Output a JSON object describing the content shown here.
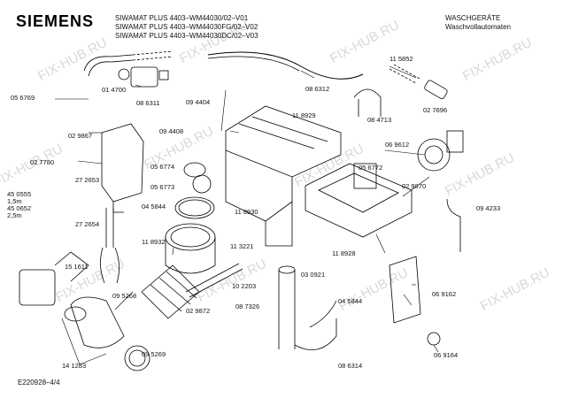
{
  "header": {
    "brand": "SIEMENS",
    "models": [
      "SIWAMAT PLUS 4403–WM44030/02–V01",
      "SIWAMAT PLUS 4403–WM44030FG/02–V02",
      "SIWAMAT PLUS 4403–WM44030DC/02–V03"
    ],
    "category_line1": "WASCHGERÄTE",
    "category_line2": "Waschvollautomaten"
  },
  "footer": {
    "doc_id": "E220928–4/4"
  },
  "watermark": "FIX-HUB.RU",
  "part_labels": {
    "p11_5852": "11 5852",
    "p05_6769": "05 6769",
    "p01_4700": "01 4700",
    "p08_6311": "08 6311",
    "p09_4404": "09 4404",
    "p08_6312": "08 6312",
    "p11_8929": "11 8929",
    "p08_4713": "08 4713",
    "p02_7696": "02 7696",
    "p02_9867": "02 9867",
    "p09_4408": "09 4408",
    "p06_9612": "06 9612",
    "p02_7780": "02 7780",
    "p05_6774": "05 6774",
    "p05_6772": "05 6772",
    "p27_2653": "27 2653",
    "p02_9870": "02 9870",
    "p05_6773": "05 6773",
    "p45_0555": "45 0555",
    "p1_5m": "1,5m",
    "p45_0652": "45 0652",
    "p2_5m": "2,5m",
    "p04_5844a": "04 5844",
    "p11_8930": "11 8930",
    "p09_4233": "09 4233",
    "p27_2654": "27 2654",
    "p11_8932": "11 8932",
    "p11_3221": "11 3221",
    "p11_8928": "11 8928",
    "p15_1611": "15 1611",
    "p09_5268": "09 5268",
    "p10_2203": "10 2203",
    "p03_0921": "03 0921",
    "p02_9872": "02 9872",
    "p08_7326": "08 7326",
    "p04_5844b": "04 5844",
    "p06_9162": "06 9162",
    "p09_5269": "09 5269",
    "p06_9164": "06 9164",
    "p14_1283": "14 1283",
    "p08_6314": "08 6314"
  }
}
